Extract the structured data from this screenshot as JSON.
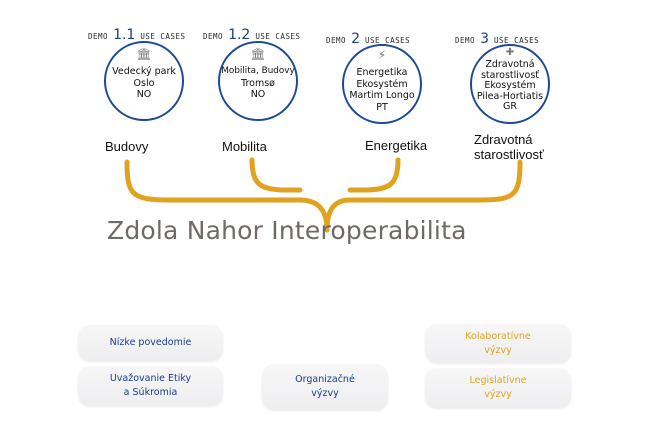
{
  "demos": [
    {
      "prefix": "DEMO",
      "number": "1.1",
      "suffix": "USE CASES",
      "icon": "building-icon",
      "icon_glyph": "🏛",
      "lines": [
        "Vedecký park",
        "Oslo",
        "NO"
      ]
    },
    {
      "prefix": "DEMO",
      "number": "1.2",
      "suffix": "USE CASES",
      "icon": "building-icon",
      "icon_glyph": "🏛",
      "lines": [
        "Mobilita, Budovy",
        "Tromsø",
        "NO"
      ]
    },
    {
      "prefix": "DEMO",
      "number": "2",
      "suffix": "USE CASES",
      "icon": "lightning-icon",
      "icon_glyph": "⚡",
      "lines": [
        "Energetika",
        "Ekosystém",
        "Martim Longo",
        "PT"
      ]
    },
    {
      "prefix": "DEMO",
      "number": "3",
      "suffix": "USE CASES",
      "icon": "medical-icon",
      "icon_glyph": "✚",
      "lines": [
        "Zdravotná",
        "starostlivosť",
        "Ekosystém",
        "Pilea-Hortiatis",
        "GR"
      ]
    }
  ],
  "domains": [
    "Budovy",
    "Mobilita",
    "Energetika",
    "Zdravotná\nstarostlivosť"
  ],
  "main_title": "Zdola Nahor Interoperabilita",
  "challenges": {
    "left": [
      "Nízke povedomie",
      "Uvažovanie Etiky\na Súkromia"
    ],
    "center": "Organizačné\nvýzvy",
    "right": [
      "Kolaboratívne\nvýzvy",
      "Legislatívne\nvýzvy"
    ]
  },
  "colors": {
    "circle_border": "#1d4a97",
    "branch": "#e0a21f",
    "trunk_bottom": "#2b4f9c",
    "title": "#6f6a67",
    "left_text": "#1b3d8a",
    "right_text": "#e0a21f"
  }
}
